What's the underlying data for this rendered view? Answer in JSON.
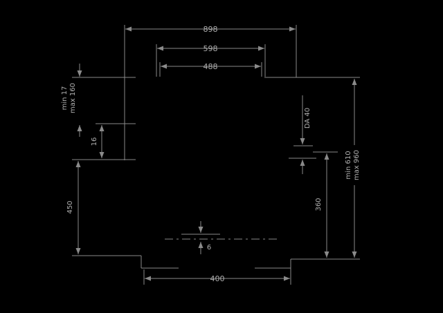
{
  "diagram": {
    "type": "installation-dimension-drawing",
    "colors": {
      "background": "#000000",
      "line": "#8a8a8a",
      "text": "#b0b0b0"
    },
    "dimensions": {
      "overall_width": "898",
      "mid_width": "598",
      "inner_width": "488",
      "top_clearance": {
        "line1": "min 17",
        "line2": "max 160"
      },
      "bracket_offset": "16",
      "left_height": "450",
      "duct": "DA 40",
      "hob_clearance": {
        "line1": "min 610",
        "line2": "max 960"
      },
      "right_height": "360",
      "panel_gap": "6",
      "bottom_width": "400"
    }
  }
}
